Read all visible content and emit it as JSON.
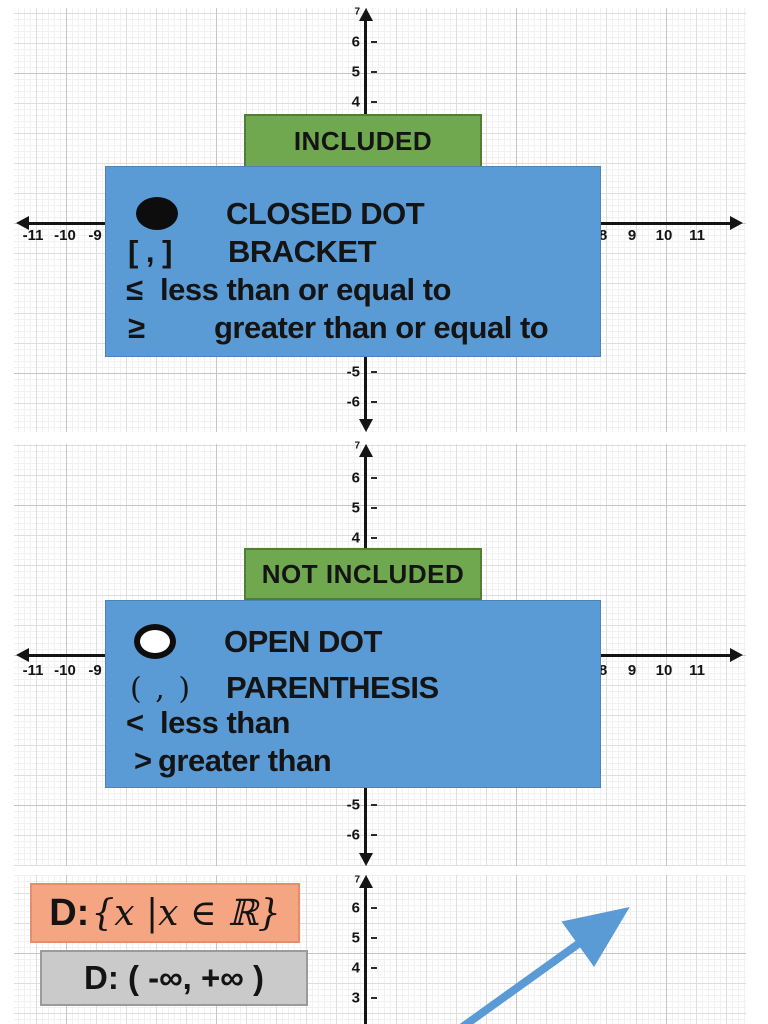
{
  "colors": {
    "badge_green": "#6FA84F",
    "badge_green_border": "#507E32",
    "legend_blue": "#5B9BD5",
    "set_box_salmon": "#F6A583",
    "interval_box_gray": "#CACACA",
    "arrow_blue": "#5B9BD5",
    "axis_black": "#141414"
  },
  "panels": [
    {
      "badge": "INCLUDED",
      "rows": [
        {
          "icon": "closed-dot",
          "symbol": "●",
          "label": "CLOSED DOT"
        },
        {
          "symbol": "[ , ]",
          "label": "BRACKET"
        },
        {
          "symbol": "≤",
          "label": "less than or equal to"
        },
        {
          "symbol": "≥",
          "label": "greater than or equal to"
        }
      ],
      "x_ticks_left": [
        "-11",
        "-10",
        "-9"
      ],
      "x_ticks_right": [
        "8",
        "9",
        "10",
        "11"
      ],
      "y_ticks": [
        "7",
        "6",
        "5",
        "4",
        "-5",
        "-6"
      ]
    },
    {
      "badge": "NOT INCLUDED",
      "rows": [
        {
          "icon": "open-dot",
          "symbol": "○",
          "label": "OPEN DOT"
        },
        {
          "symbol": "( , )",
          "label": "PARENTHESIS"
        },
        {
          "symbol": "<",
          "label": "less than"
        },
        {
          "symbol": ">",
          "label": "greater than"
        }
      ],
      "x_ticks_left": [
        "-11",
        "-10",
        "-9"
      ],
      "x_ticks_right": [
        "8",
        "9",
        "10",
        "11"
      ],
      "y_ticks": [
        "7",
        "6",
        "5",
        "4",
        "-5",
        "-6"
      ]
    },
    {
      "y_ticks": [
        "7",
        "6",
        "5",
        "4",
        "3"
      ]
    }
  ],
  "domain": {
    "set_prefix": "D:",
    "set_body": "{x |x ∈ ℝ}",
    "interval": "D: ( -∞, +∞ )"
  }
}
